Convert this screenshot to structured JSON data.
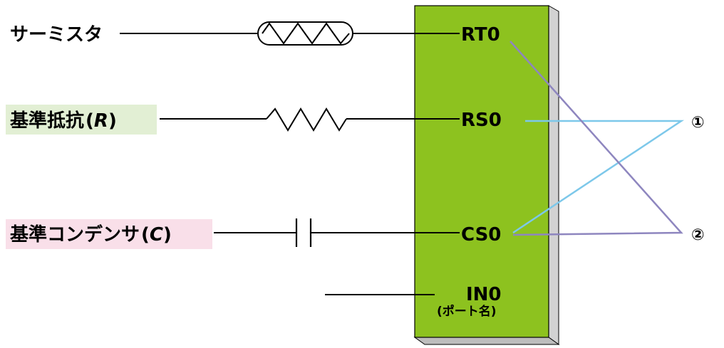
{
  "diagram": {
    "components": {
      "thermistor": "サーミスタ",
      "resistor": {
        "text": "基準抵抗",
        "open": "(",
        "symbol": "R",
        "close": ")"
      },
      "capacitor": {
        "text": "基準コンデンサ",
        "open": "(",
        "symbol": "C",
        "close": ")"
      }
    },
    "ports": {
      "rt0": "RT0",
      "rs0": "RS0",
      "cs0": "CS0",
      "in0": "IN0",
      "port_name_note": "(ポート名)"
    },
    "markers": {
      "one": "①",
      "two": "②"
    },
    "colors": {
      "chip_fill": "#8dc21f",
      "chip_shadow": "#d6d6d6",
      "resistor_label_bg": "#e2efd4",
      "capacitor_label_bg": "#f9dfe9",
      "connection_1": "#7dc8ea",
      "connection_2": "#8e86bf"
    }
  }
}
